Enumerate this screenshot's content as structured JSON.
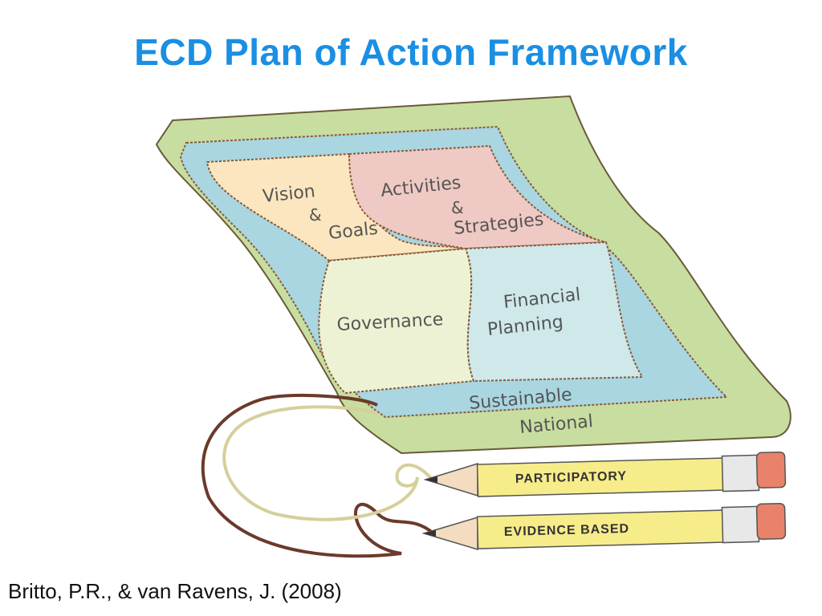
{
  "slide": {
    "title": "ECD Plan of Action Framework",
    "citation": "Britto, P.R., & van Ravens, J. (2008)"
  },
  "framework": {
    "quadrants": [
      {
        "id": "vision",
        "line1": "Vision",
        "line2": "&",
        "line3": "Goals",
        "color": "#fbe6bf"
      },
      {
        "id": "activities",
        "line1": "Activities",
        "line2": "&",
        "line3": "Strategies",
        "color": "#efc9c3"
      },
      {
        "id": "governance",
        "label": "Governance",
        "color": "#eef2d4"
      },
      {
        "id": "financial",
        "line1": "Financial",
        "line2": "Planning",
        "color": "#cfe8ea"
      }
    ],
    "inner_border": {
      "label": "Sustainable",
      "color": "#a9d6e0"
    },
    "outer_border": {
      "label": "National",
      "color": "#c7dea0"
    }
  },
  "pencils": [
    {
      "label": "PARTICIPATORY",
      "string_color": "#d6cf9b"
    },
    {
      "label": "EVIDENCE BASED",
      "string_color": "#6b3a2a"
    }
  ],
  "colors": {
    "title": "#1a8fe3",
    "pencil_body": "#f7ec8a",
    "eraser": "#e8826b"
  }
}
